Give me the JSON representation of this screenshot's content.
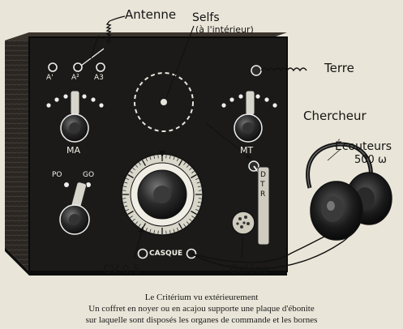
{
  "labels": {
    "antenne": "Antenne",
    "selfs": "Selfs",
    "selfs_sub": "(à l'intérieur)",
    "terre": "Terre",
    "chercheur": "Chercheur",
    "ecouteurs": "Écouteurs",
    "ecouteurs_sub": "500 ω",
    "cv": "CV 0,5",
    "galene": "Galène"
  },
  "panel": {
    "a1": "A'",
    "a2": "A²",
    "a3": "A3",
    "ma": "MA",
    "mt": "MT",
    "po": "PO",
    "go": "GO",
    "casque": "CASQUE",
    "rev_d": "D",
    "rev_t": "T",
    "rev_r": "R"
  },
  "caption": {
    "line1": "Le Critérium vu extérieurement",
    "line2": "Un coffret en noyer ou en acajou supporte une plaque d'ébonite",
    "line3": "sur laquelle sont disposés les organes de commande et les bornes"
  }
}
